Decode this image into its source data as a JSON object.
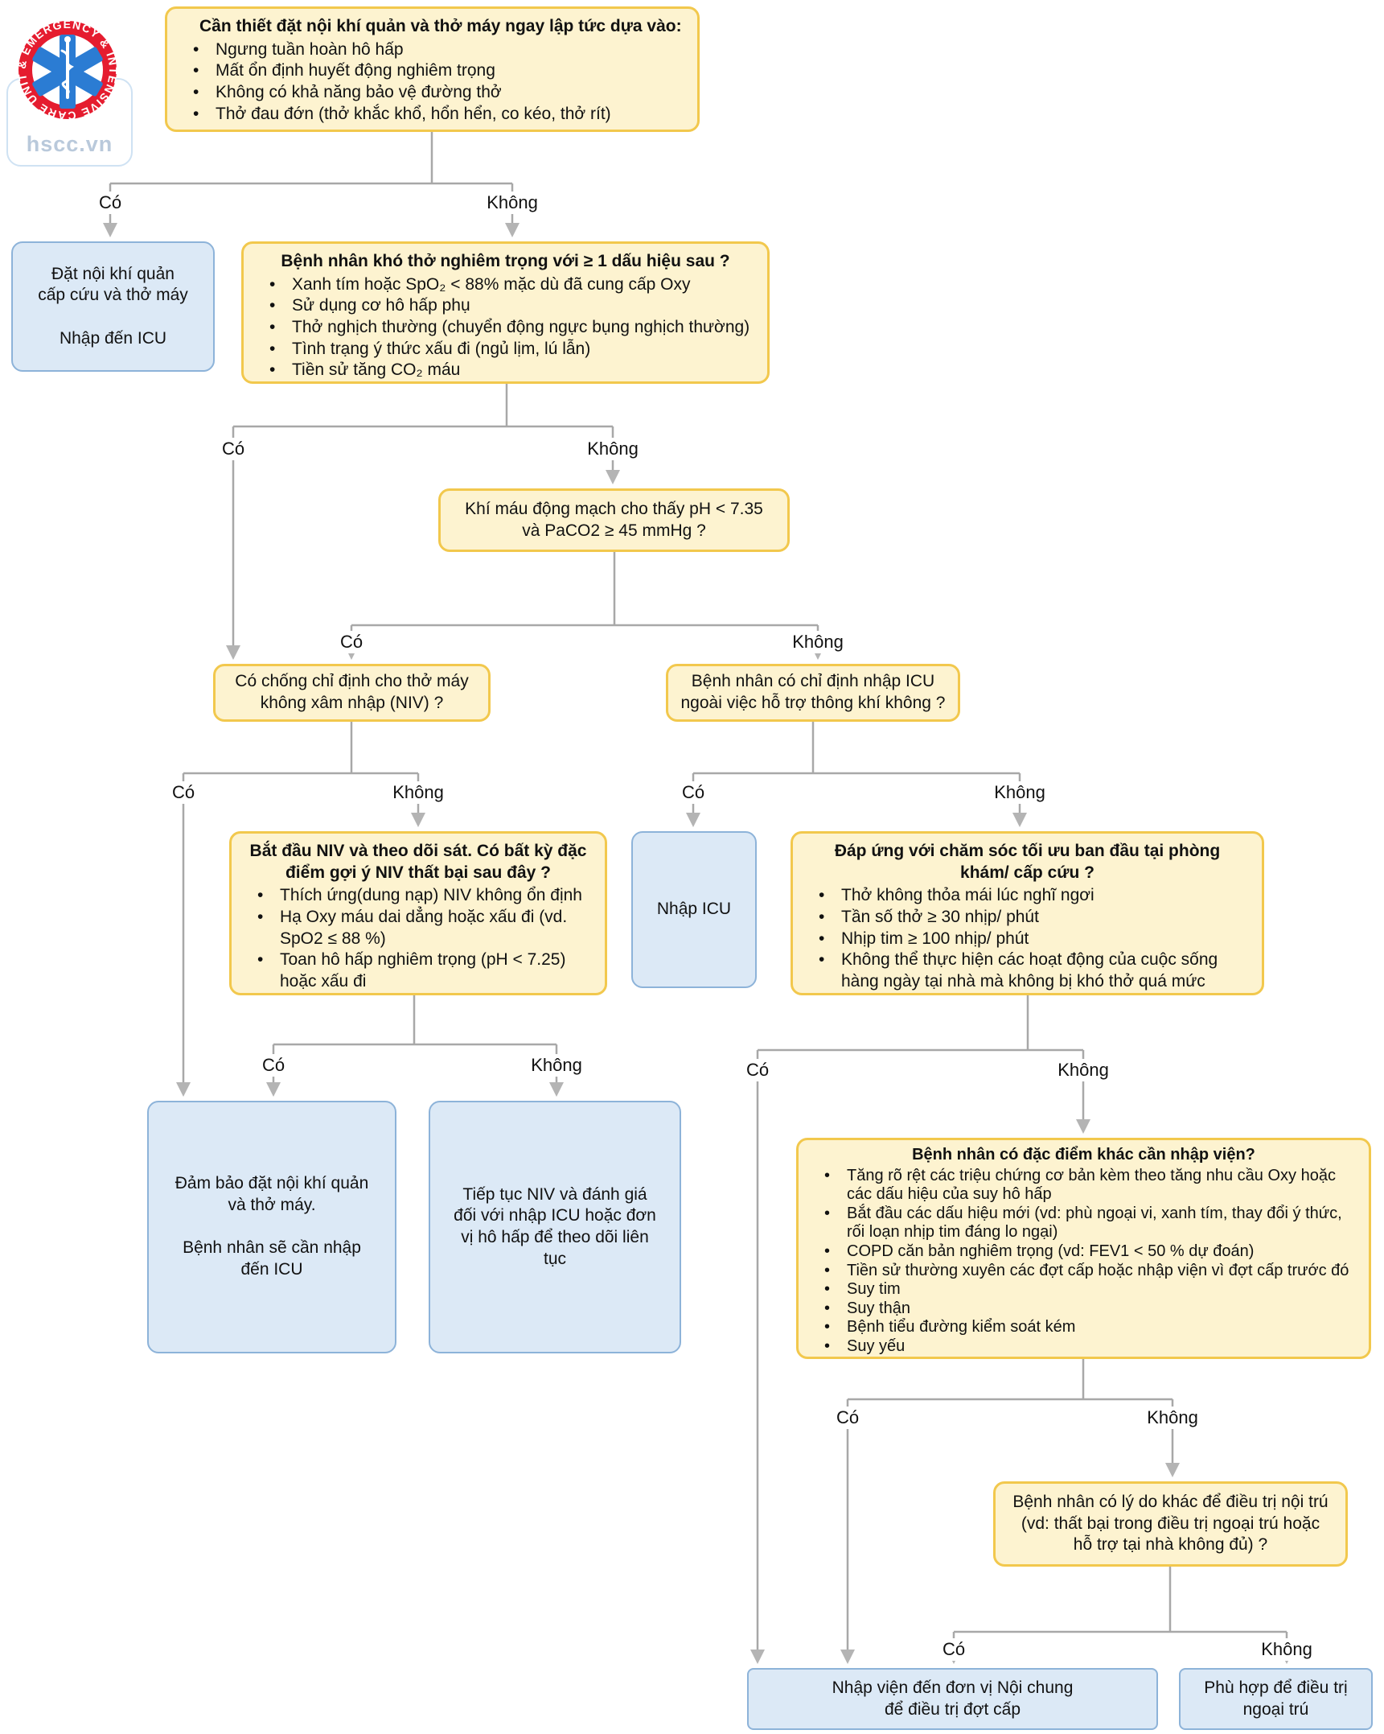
{
  "logo": {
    "brand": "hscc.vn",
    "ring_text": "& EMERGENCY & INTENSIVE CARE UNIT "
  },
  "edge_labels": {
    "yes": "Có",
    "no": "Không"
  },
  "colors": {
    "question_fill": "#fdf3d0",
    "question_border": "#f2c84d",
    "outcome_fill": "#dce9f6",
    "outcome_border": "#8db3d9",
    "connector": "#a8a8a8",
    "arrowhead": "#b4b4b4",
    "logo_ring_red": "#e51c2f",
    "logo_star_blue": "#2b7cd3"
  },
  "nodes": {
    "immediate_intubation_criteria": {
      "title": "Cần thiết đặt nội khí quản và thở máy ngay lập tức dựa vào:",
      "bullets": [
        "Ngưng tuần hoàn hô hấp",
        "Mất ổn định huyết động nghiêm trọng",
        "Không có khả năng bảo vệ đường thở",
        "Thở đau đớn (thở khắc khổ, hổn hển, co kéo, thở rít)"
      ]
    },
    "emergency_intubation": {
      "text": "Đặt nội khí quản\ncấp cứu và thở máy\n\nNhập đến ICU"
    },
    "severe_dyspnea": {
      "title": "Bệnh nhân khó thở nghiêm trọng với ≥ 1 dấu hiệu sau ?",
      "bullets": [
        "Xanh tím hoặc SpO₂ < 88% mặc dù đã cung cấp Oxy",
        "Sử dụng cơ hô hấp phụ",
        "Thở nghịch thường (chuyển động ngực bụng nghịch thường)",
        "Tình trạng ý thức xấu đi (ngủ lịm, lú lẫn)",
        "Tiền sử tăng CO₂ máu"
      ]
    },
    "abg_question": {
      "text": "Khí máu động mạch cho thấy pH < 7.35\nvà PaCO2 ≥ 45 mmHg ?"
    },
    "niv_contraindication": {
      "text": "Có chống chỉ định cho thở máy\nkhông xâm nhập (NIV) ?"
    },
    "icu_indication": {
      "text": "Bệnh nhân có chỉ định nhập ICU\nngoài việc hỗ trợ thông khí không ?"
    },
    "start_niv": {
      "title": "Bắt đầu NIV và theo dõi sát. Có bất kỳ đặc\nđiểm gợi ý NIV thất bại sau đây ?",
      "bullets": [
        "Thích ứng(dung nạp) NIV không ổn định",
        "Hạ Oxy máu dai dẳng hoặc xấu đi (vd.\nSpO2 ≤ 88 %)",
        "Toan hô hấp nghiêm trọng (pH < 7.25)\nhoặc xấu đi"
      ]
    },
    "admit_icu": {
      "text": "Nhập ICU"
    },
    "initial_care_response": {
      "title": "Đáp ứng với chăm sóc tối ưu ban đầu tại phòng\nkhám/ cấp cứu ?",
      "bullets": [
        "Thở không thỏa mái lúc nghĩ ngơi",
        "Tần số thở ≥ 30 nhịp/ phút",
        "Nhịp tim ≥ 100 nhịp/ phút",
        "Không thể thực hiện các hoạt động của cuộc sống\nhàng ngày tại nhà mà không bị khó thở quá mức"
      ]
    },
    "ensure_intubation": {
      "text": "Đảm bảo đặt nội khí quản\nvà thở máy.\n\nBệnh nhân sẽ cần nhập\nđến ICU"
    },
    "continue_niv": {
      "text": "Tiếp tục NIV và đánh giá\nđối với nhập ICU hoặc đơn\nvị hô hấp để theo dõi liên\ntục"
    },
    "other_admission_features": {
      "title": "Bệnh nhân có đặc điểm khác cần nhập viện?",
      "bullets": [
        "Tăng rõ rệt các triệu chứng cơ bản kèm theo tăng nhu cầu Oxy hoặc\ncác dấu hiệu của suy hô hấp",
        "Bắt đầu các dấu hiệu mới (vd: phù ngoại vi, xanh tím, thay đổi ý thức,\nrối loạn nhịp tim đáng lo ngại)",
        "COPD căn bản nghiêm trọng (vd: FEV1 < 50 % dự đoán)",
        "Tiền sử thường xuyên các đợt cấp hoặc nhập viện vì đợt cấp trước đó",
        "Suy tim",
        "Suy thận",
        "Bệnh tiểu đường kiểm soát kém",
        "Suy yếu"
      ]
    },
    "other_inpatient_reasons": {
      "text": "Bệnh nhân có lý do khác để điều trị nội trú\n(vd: thất bại trong điều trị ngoại trú hoặc\nhỗ trợ tại nhà không đủ) ?"
    },
    "admit_general_ward": {
      "text": "Nhập viện đến đơn vị Nội chung\nđể điều trị đợt cấp"
    },
    "outpatient_treatment": {
      "text": "Phù hợp để điều trị\nngoại trú"
    }
  }
}
